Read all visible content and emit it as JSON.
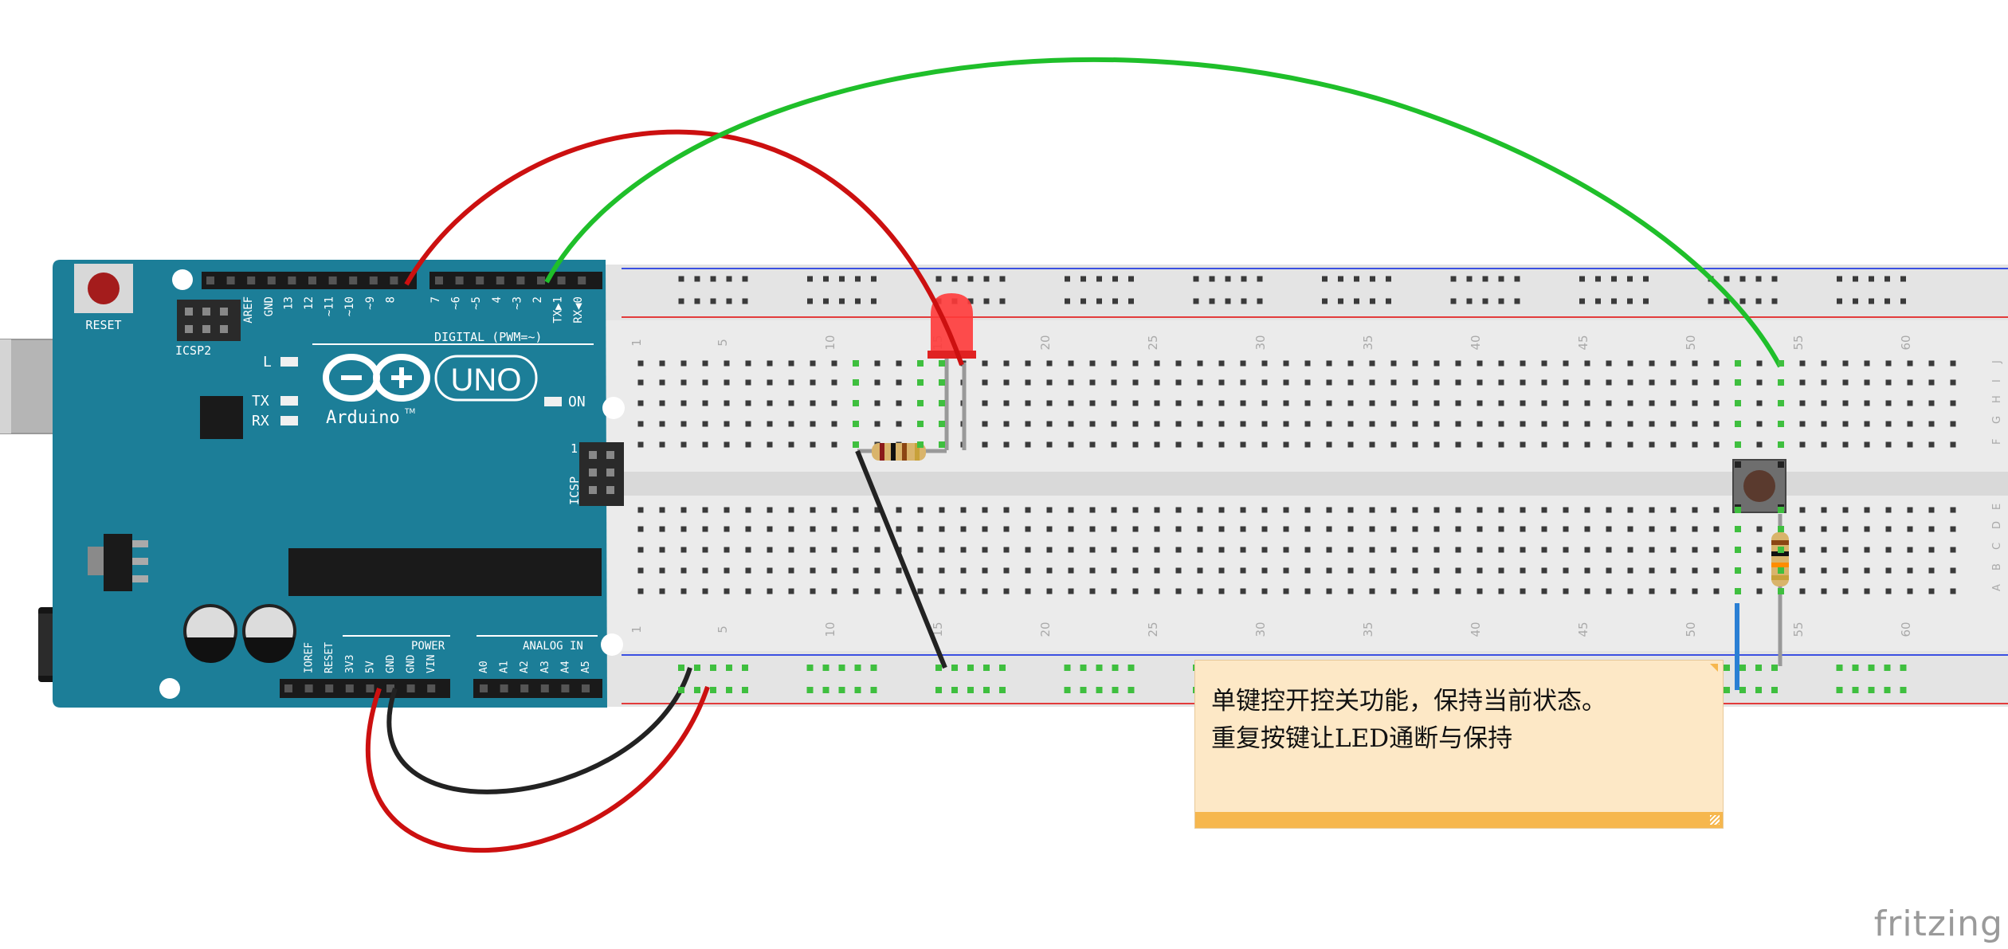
{
  "arduino": {
    "reset_label": "RESET",
    "icsp2_label": "ICSP2",
    "icsp_label": "ICSP",
    "icsp_pin1": "1",
    "brand": "Arduino",
    "trademark": "TM",
    "model": "UNO",
    "on_label": "ON",
    "l_label": "L",
    "tx_label": "TX",
    "rx_label": "RX",
    "digital_label": "DIGITAL (PWM=~)",
    "power_label": "POWER",
    "analog_label": "ANALOG IN",
    "digital_pins": [
      "AREF",
      "GND",
      "13",
      "12",
      "~11",
      "~10",
      "~9",
      "8",
      "7",
      "~6",
      "~5",
      "4",
      "~3",
      "2",
      "TX▶1",
      "RX◀0"
    ],
    "power_pins": [
      "IOREF",
      "RESET",
      "3V3",
      "5V",
      "GND",
      "GND",
      "VIN"
    ],
    "analog_pins": [
      "A0",
      "A1",
      "A2",
      "A3",
      "A4",
      "A5"
    ]
  },
  "breadboard": {
    "column_numbers": [
      "1",
      "5",
      "10",
      "15",
      "20",
      "25",
      "30",
      "35",
      "40",
      "45",
      "50",
      "55",
      "60"
    ],
    "row_letters_top": [
      "J",
      "I",
      "H",
      "G",
      "F"
    ],
    "row_letters_bottom": [
      "E",
      "D",
      "C",
      "B",
      "A"
    ]
  },
  "note": {
    "text": "单键控开控关功能，保持当前状态。\n重复按键让LED通断与保持"
  },
  "watermark": "fritzing",
  "colors": {
    "board": "#1c7e98",
    "board_dark": "#156a82",
    "breadboard": "#ebebeb",
    "wire_red": "#cc1010",
    "wire_green": "#1fbf2a",
    "wire_black": "#222222",
    "wire_blue": "#2a7fd4",
    "rail_red": "#e23b3b",
    "rail_blue": "#3b50e2",
    "led_red": "#ff3030",
    "note_bg": "#fde8c6",
    "note_bar": "#f6b74e"
  }
}
